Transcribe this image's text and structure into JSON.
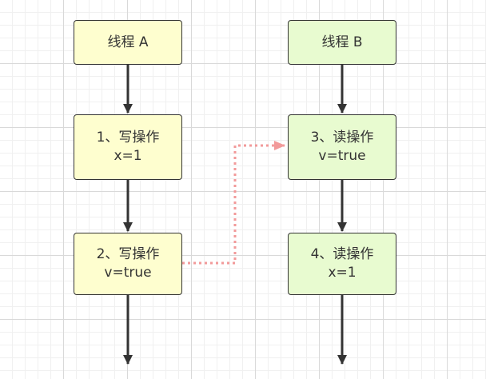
{
  "nodes": {
    "thread_a": {
      "label": "线程 A"
    },
    "thread_b": {
      "label": "线程 B"
    },
    "a_op1": {
      "line1": "1、写操作",
      "line2": "x=1"
    },
    "a_op2": {
      "line1": "2、写操作",
      "line2": "v=true"
    },
    "b_op3": {
      "line1": "3、读操作",
      "line2": "v=true"
    },
    "b_op4": {
      "line1": "4、读操作",
      "line2": "x=1"
    }
  },
  "colors": {
    "thread_a_fill": "#fefecf",
    "thread_b_fill": "#e8fbd0",
    "border": "#333333",
    "happens_before_edge": "#f29a9a"
  }
}
